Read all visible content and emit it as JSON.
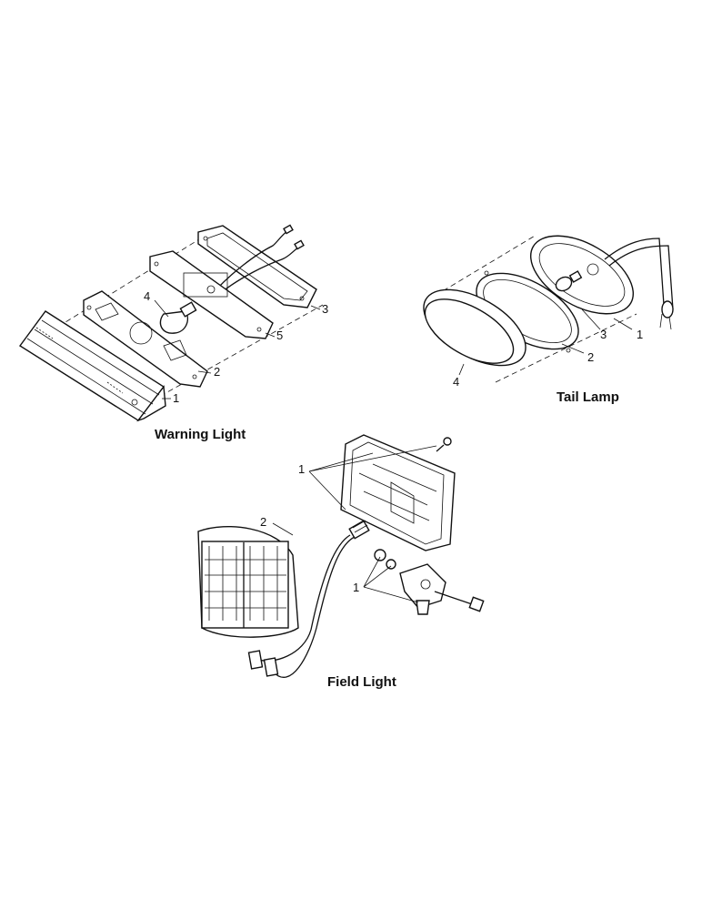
{
  "captions": {
    "warning": "Warning Light",
    "tail": "Tail Lamp",
    "field": "Field Light"
  },
  "warning_callouts": [
    "1",
    "2",
    "3",
    "4",
    "5"
  ],
  "tail_callouts": [
    "1",
    "2",
    "3",
    "4"
  ],
  "field_callouts": [
    "1",
    "2",
    "1"
  ]
}
